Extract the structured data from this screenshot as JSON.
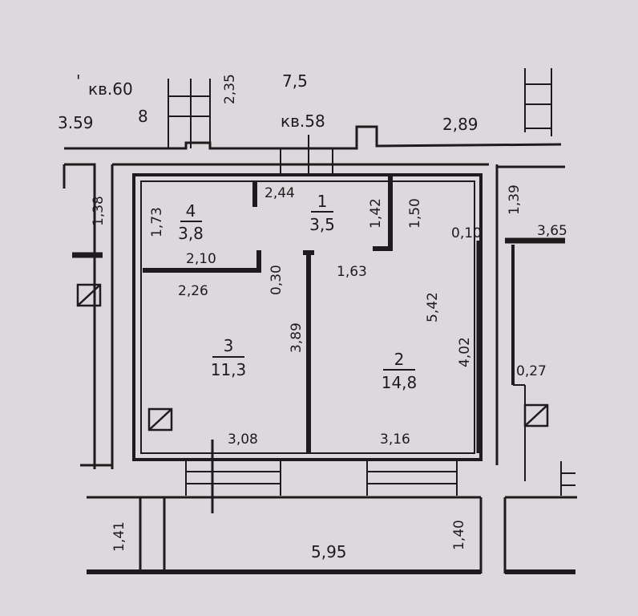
{
  "apartments": {
    "kv60": "кв.60",
    "kv58": "кв.58"
  },
  "rooms": [
    {
      "number": "4",
      "area": "3,8"
    },
    {
      "number": "1",
      "area": "3,5"
    },
    {
      "number": "3",
      "area": "11,3"
    },
    {
      "number": "2",
      "area": "14,8"
    }
  ],
  "dimensions": {
    "d_7_5": "7,5",
    "d_2_35": "2,35",
    "d_3_59": "3.59",
    "d_8": "8",
    "d_2_89": "2,89",
    "d_2_44": "2,44",
    "d_1_42": "1,42",
    "d_1_50": "1,50",
    "d_0_10": "0,10",
    "d_1_73": "1,73",
    "d_2_10": "2,10",
    "d_0_30": "0,30",
    "d_2_26": "2,26",
    "d_1_63": "1,63",
    "d_5_42": "5,42",
    "d_3_89": "3,89",
    "d_4_02": "4,02",
    "d_3_08": "3,08",
    "d_3_16": "3,16",
    "d_1_38": "1,38",
    "d_1_39": "1,39",
    "d_3_65": "3,65",
    "d_0_27": "0,27",
    "d_1_41": "1,41",
    "d_1_40": "1,40",
    "d_5_95": "5,95"
  },
  "colors": {
    "paper": "#ddd8db",
    "ink": "#1e1b1e"
  }
}
